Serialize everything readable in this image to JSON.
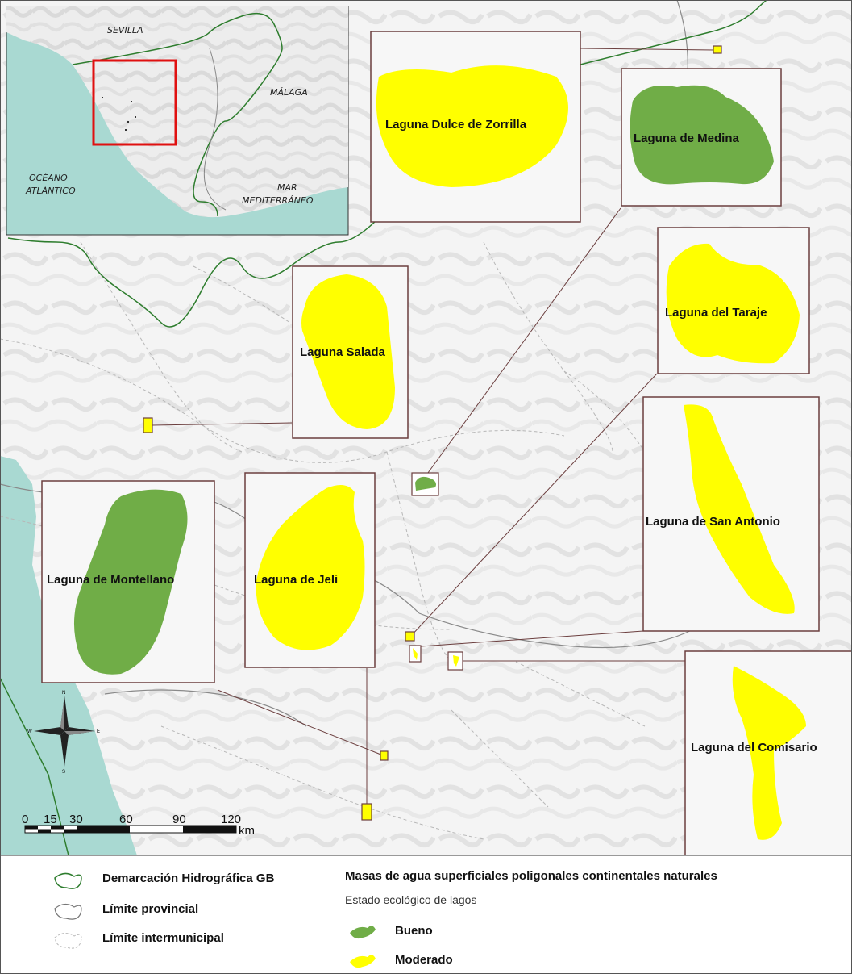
{
  "lagoons": [
    {
      "name": "Laguna Dulce de Zorrilla",
      "status": "Moderado"
    },
    {
      "name": "Laguna de Medina",
      "status": "Bueno"
    },
    {
      "name": "Laguna del Taraje",
      "status": "Moderado"
    },
    {
      "name": "Laguna Salada",
      "status": "Moderado"
    },
    {
      "name": "Laguna de San Antonio",
      "status": "Moderado"
    },
    {
      "name": "Laguna de Montellano",
      "status": "Bueno"
    },
    {
      "name": "Laguna de Jeli",
      "status": "Moderado"
    },
    {
      "name": "Laguna del Comisario",
      "status": "Moderado"
    }
  ],
  "locator": {
    "sevilla": "SEVILLA",
    "malaga": "MÁLAGA",
    "oceano_1": "OCÉANO",
    "oceano_2": "ATLÁNTICO",
    "mar_1": "MAR",
    "mar_2": "MEDITERRÁNEO"
  },
  "north_arrow": {
    "n": "N",
    "s": "S",
    "e": "E",
    "w": "W"
  },
  "scale": {
    "ticks": [
      "0",
      "15",
      "30",
      "60",
      "90",
      "120"
    ],
    "unit": "km"
  },
  "legend": {
    "boundaries": [
      "Demarcación Hidrográfica GB",
      "Límite provincial",
      "Límite intermunicipal"
    ],
    "title": "Masas de agua superficiales poligonales continentales naturales",
    "subtitle": "Estado ecológico de lagos",
    "classes": [
      {
        "label": "Bueno",
        "color": "#70ad47"
      },
      {
        "label": "Moderado",
        "color": "#ffff00"
      }
    ]
  },
  "colors": {
    "bueno": "#70ad47",
    "moderado": "#ffff00",
    "sea": "#a9d9d2",
    "frame": "#6b3e3e",
    "demarcation": "#2e7d2e",
    "locator_box": "#e01010"
  }
}
